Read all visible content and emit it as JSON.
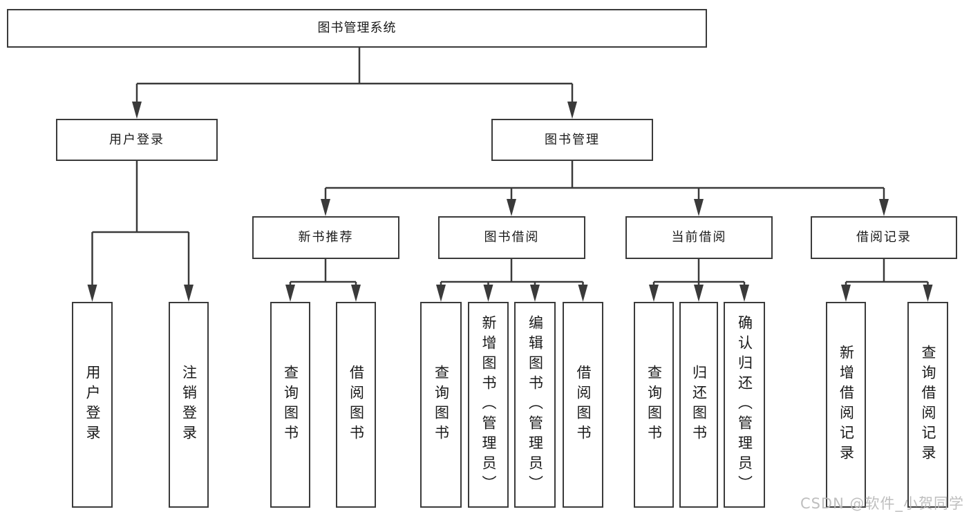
{
  "diagram_title": "图书管理系统",
  "tree": {
    "root": {
      "label": "图书管理系统"
    },
    "children": [
      {
        "label": "用户登录",
        "children": [
          {
            "label": "用户登录"
          },
          {
            "label": "注销登录"
          }
        ]
      },
      {
        "label": "图书管理",
        "children": [
          {
            "label": "新书推荐",
            "children": [
              {
                "label": "查询图书"
              },
              {
                "label": "借阅图书"
              }
            ]
          },
          {
            "label": "图书借阅",
            "children": [
              {
                "label": "查询图书"
              },
              {
                "label": "新增图书（管理员）"
              },
              {
                "label": "编辑图书（管理员）"
              },
              {
                "label": "借阅图书"
              }
            ]
          },
          {
            "label": "当前借阅",
            "children": [
              {
                "label": "查询图书"
              },
              {
                "label": "归还图书"
              },
              {
                "label": "确认归还（管理员）"
              }
            ]
          },
          {
            "label": "借阅记录",
            "children": [
              {
                "label": "新增借阅记录"
              },
              {
                "label": "查询借阅记录"
              }
            ]
          }
        ]
      }
    ]
  },
  "watermark": {
    "text": "CSDN @软件_小贺同学"
  },
  "colors": {
    "line": "#3a3a3a",
    "box_border": "#3a3a3a",
    "text": "#1a1a1a",
    "background": "#ffffff",
    "watermark": "#b9b9b9"
  }
}
